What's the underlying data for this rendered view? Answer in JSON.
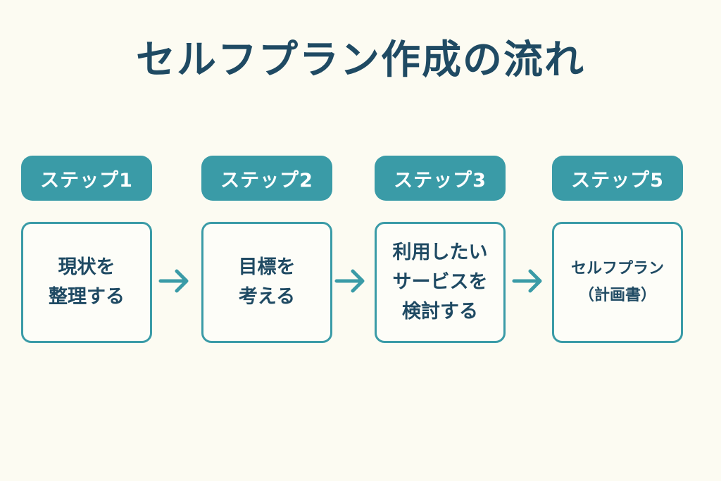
{
  "title": "セルフプラン作成の流れ",
  "steps": [
    {
      "label": "ステップ1",
      "text": "現状を\n整理する"
    },
    {
      "label": "ステップ2",
      "text": "目標を\n考える"
    },
    {
      "label": "ステップ3",
      "text": "利用したい\nサービスを\n検討する"
    },
    {
      "label": "ステップ5",
      "text": "セルフプラン\n（計画書）"
    }
  ],
  "colors": {
    "background": "#fcfbf2",
    "accent": "#3a9ba7",
    "text": "#1f4a63"
  }
}
